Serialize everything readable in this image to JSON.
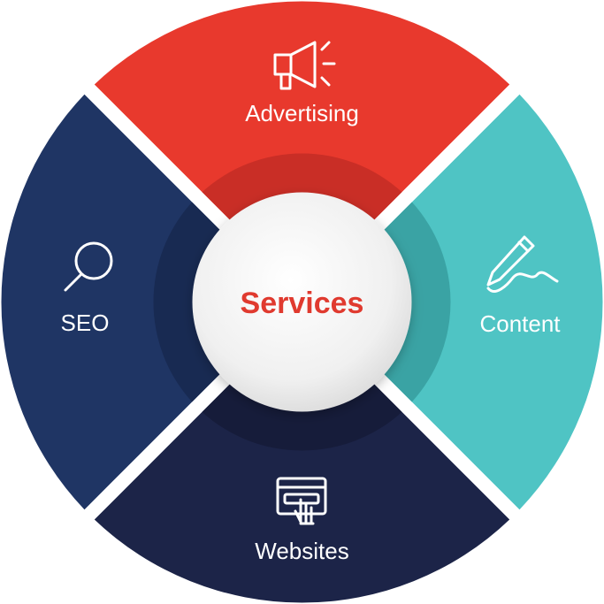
{
  "center": {
    "label": "Services",
    "color": "#e03a2f"
  },
  "segments": {
    "advertising": {
      "label": "Advertising",
      "color": "#e8392d",
      "inner_color": "#c92e26",
      "icon": "megaphone-icon"
    },
    "content": {
      "label": "Content",
      "color": "#4fc4c4",
      "inner_color": "#3aa3a4",
      "icon": "pen-icon"
    },
    "websites": {
      "label": "Websites",
      "color": "#1c2448",
      "inner_color": "#161c3a",
      "icon": "browser-click-icon"
    },
    "seo": {
      "label": "SEO",
      "color": "#1f3564",
      "inner_color": "#182a52",
      "icon": "magnifier-icon"
    }
  }
}
